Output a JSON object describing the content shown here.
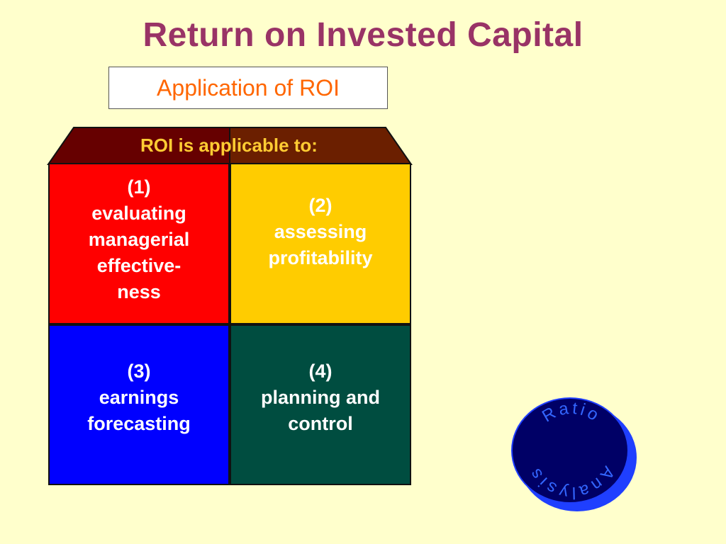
{
  "slide": {
    "title": "Return on Invested Capital",
    "subtitle": "Application of ROI"
  },
  "diagram": {
    "roof_label": "ROI is applicable to:",
    "cells": [
      {
        "number": "(1)",
        "lines": [
          "evaluating",
          "managerial",
          "effective-",
          "ness"
        ],
        "color": "#FF0000"
      },
      {
        "number": "(2)",
        "lines": [
          "assessing",
          "profitability"
        ],
        "color": "#FFCC00"
      },
      {
        "number": "(3)",
        "lines": [
          "earnings",
          "forecasting"
        ],
        "color": "#0000FF"
      },
      {
        "number": "(4)",
        "lines": [
          "planning and",
          "control"
        ],
        "color": "#004D40"
      }
    ],
    "roof_colors": {
      "left": "#660000",
      "right": "#6B1F00"
    }
  },
  "badge": {
    "top_text": "Ratio",
    "bottom_text": "Analysis",
    "fill": "#000066",
    "rim": "#1F3FFF",
    "text_color": "#3366FF"
  }
}
